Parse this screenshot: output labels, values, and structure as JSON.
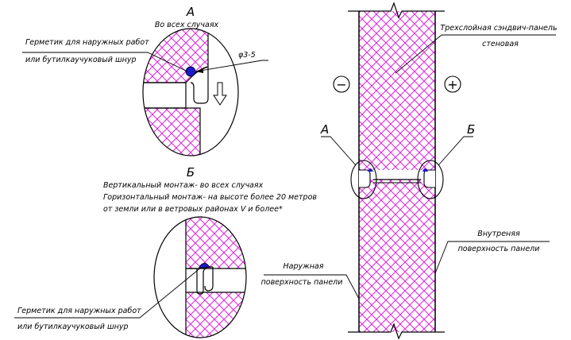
{
  "detail_a": {
    "letter": "А",
    "caption": "Во всех случаях",
    "sealant_line1": "Герметик для наружных работ",
    "sealant_line2": "или бутилкаучуковый шнур",
    "diameter": "φ3-5"
  },
  "detail_b": {
    "letter": "Б",
    "note_line1": "Вертикальный монтаж- во всех случаях",
    "note_line2": "Горизонтальный монтаж- на высоте более 20 метров",
    "note_line3": "от земли или в ветровых районах V  и более*",
    "sealant_line1": "Герметик для наружных работ",
    "sealant_line2": "или бутилкаучуковый шнур"
  },
  "section": {
    "panel_label_line1": "Трехслойная сэндвич-панель",
    "panel_label_line2": "стеновая",
    "minus_sign": "−",
    "plus_sign": "+",
    "callout_a": "А",
    "callout_b": "Б",
    "inner_surface_line1": "Внутреняя",
    "inner_surface_line2": "поверхность панели",
    "outer_surface_line1": "Наружная",
    "outer_surface_line2": "поверхность панели"
  },
  "colors": {
    "hatch": "#e020e0",
    "sealant": "#1a1acc",
    "line": "#000000"
  }
}
